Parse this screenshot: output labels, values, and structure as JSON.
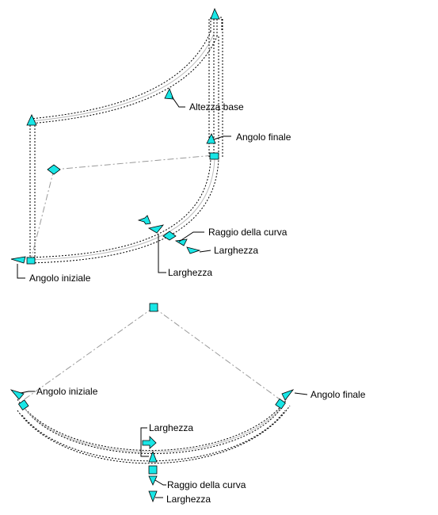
{
  "colors": {
    "grip": "#19e6e6",
    "outline": "#000000",
    "reference": "#9a9a9a"
  },
  "top_view": {
    "labels": {
      "base_height": "Altezza base",
      "end_angle": "Angolo finale",
      "bend_radius": "Raggio della curva",
      "width_1": "Larghezza",
      "width_2": "Larghezza",
      "start_angle": "Angolo iniziale"
    }
  },
  "bottom_view": {
    "labels": {
      "start_angle": "Angolo iniziale",
      "end_angle": "Angolo finale",
      "width_top": "Larghezza",
      "bend_radius": "Raggio della curva",
      "width_bottom": "Larghezza"
    }
  }
}
